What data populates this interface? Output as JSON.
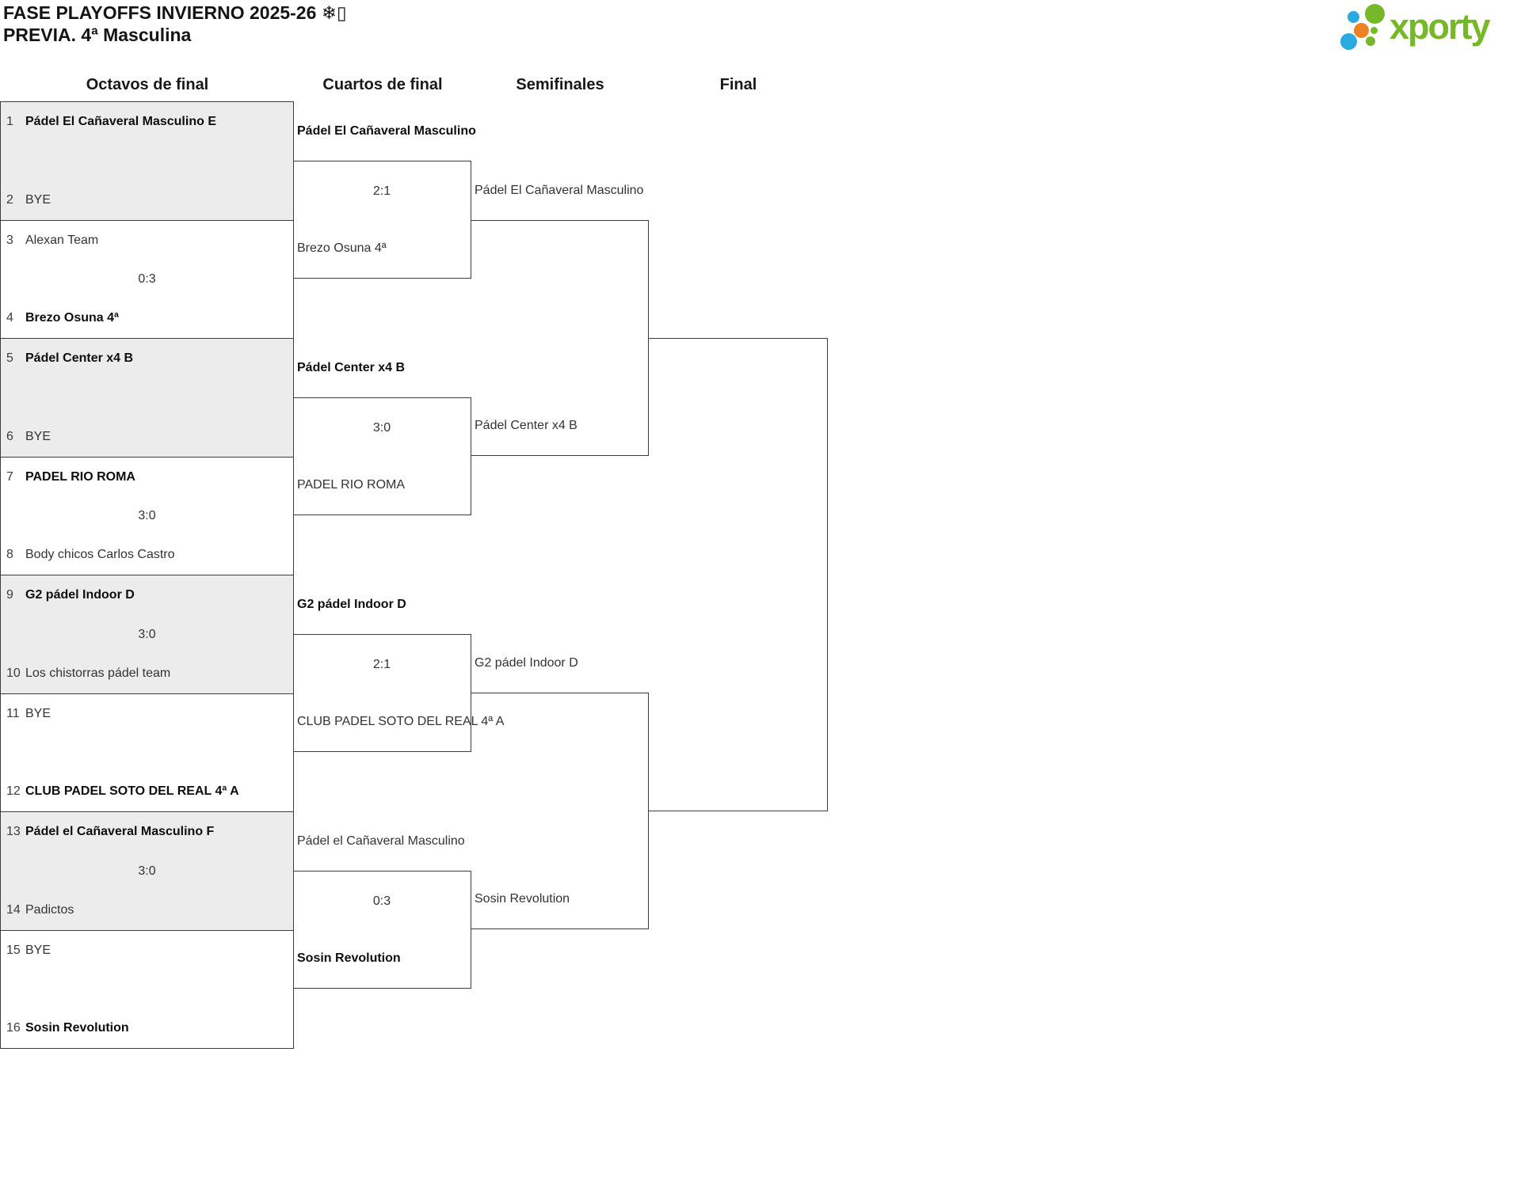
{
  "page": {
    "title_line1": "FASE PLAYOFFS INVIERNO 2025-26 ❄▯",
    "title_line2": "PREVIA. 4ª Masculina"
  },
  "logo": {
    "brand": "xporty",
    "green": "#76b82a",
    "blue": "#2ba9e1",
    "orange": "#ee8122"
  },
  "columns": {
    "octavos": "Octavos de final",
    "cuartos": "Cuartos de final",
    "semifinales": "Semifinales",
    "final": "Final"
  },
  "bracket": {
    "octavos": [
      {
        "seed1": "1",
        "team1": "Pádel El Cañaveral Masculino E",
        "score": "",
        "seed2": "2",
        "team2": "BYE"
      },
      {
        "seed1": "3",
        "team1": "Alexan Team",
        "score": "0:3",
        "seed2": "4",
        "team2": "Brezo Osuna 4ª"
      },
      {
        "seed1": "5",
        "team1": "Pádel Center x4 B",
        "score": "",
        "seed2": "6",
        "team2": "BYE"
      },
      {
        "seed1": "7",
        "team1": "PADEL RIO ROMA",
        "score": "3:0",
        "seed2": "8",
        "team2": "Body chicos Carlos Castro"
      },
      {
        "seed1": "9",
        "team1": "G2 pádel Indoor D",
        "score": "3:0",
        "seed2": "10",
        "team2": "Los chistorras pádel team"
      },
      {
        "seed1": "11",
        "team1": "BYE",
        "score": "",
        "seed2": "12",
        "team2": "CLUB PADEL SOTO DEL REAL 4ª A"
      },
      {
        "seed1": "13",
        "team1": "Pádel el Cañaveral Masculino F",
        "score": "3:0",
        "seed2": "14",
        "team2": "Padictos"
      },
      {
        "seed1": "15",
        "team1": "BYE",
        "score": "",
        "seed2": "16",
        "team2": "Sosin Revolution"
      }
    ],
    "cuartos": [
      {
        "team1": "Pádel El Cañaveral Masculino",
        "score": "2:1",
        "team2": "Brezo Osuna 4ª"
      },
      {
        "team1": "Pádel Center x4 B",
        "score": "3:0",
        "team2": "PADEL RIO ROMA"
      },
      {
        "team1": "G2 pádel Indoor D",
        "score": "2:1",
        "team2": "CLUB PADEL SOTO DEL REAL 4ª A"
      },
      {
        "team1": "Pádel el Cañaveral Masculino",
        "score": "0:3",
        "team2": "Sosin Revolution"
      }
    ],
    "semifinales": [
      {
        "team1": "Pádel El Cañaveral Masculino",
        "team2": "Pádel Center x4 B"
      },
      {
        "team1": "G2 pádel Indoor D",
        "team2": "Sosin Revolution"
      }
    ]
  }
}
